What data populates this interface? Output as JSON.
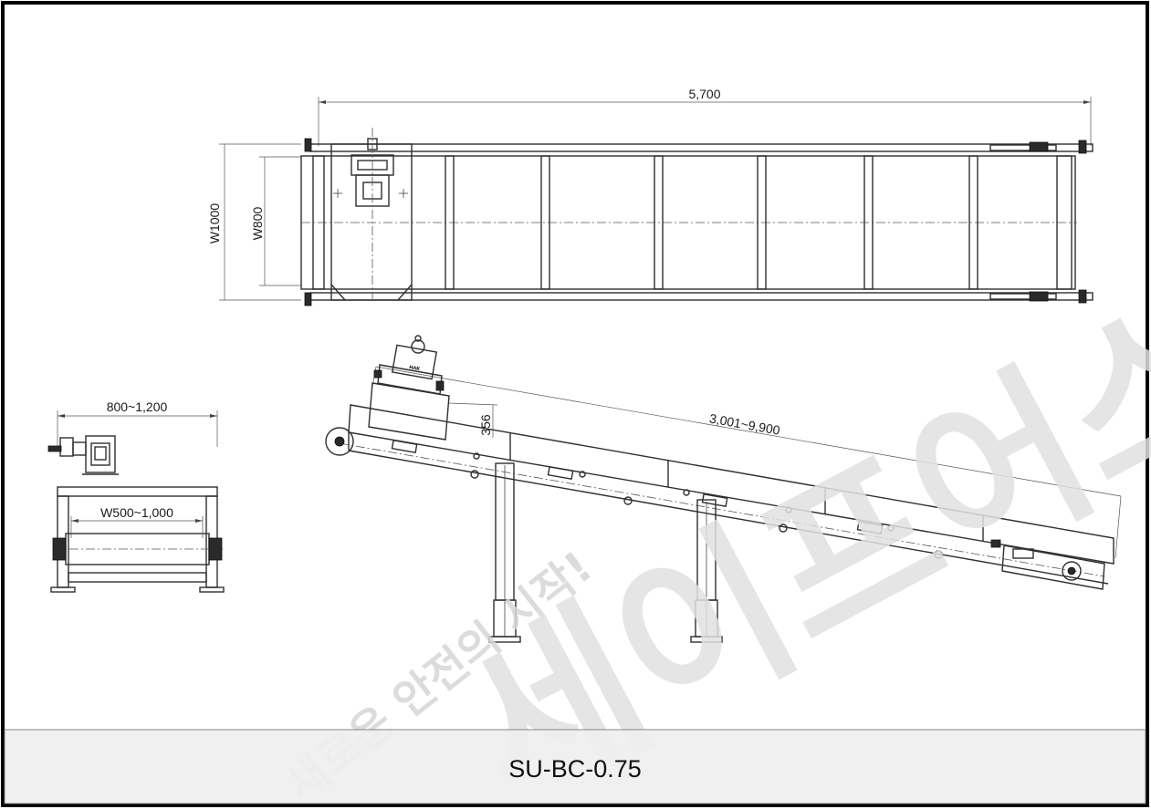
{
  "drawing": {
    "model_code": "SU-BC-0.75",
    "motor_label": "HAK",
    "top_view": {
      "overall_length": "5,700",
      "frame_width": "W1000",
      "belt_width": "W800"
    },
    "side_view": {
      "conveyor_length": "3,001~9,900",
      "frame_height": "356"
    },
    "end_view": {
      "overall_width": "800~1,200",
      "belt_width": "W500~1,000"
    }
  },
  "watermark": {
    "slogan": "새로운 안전의 시작!",
    "brand": "세이프어스"
  }
}
